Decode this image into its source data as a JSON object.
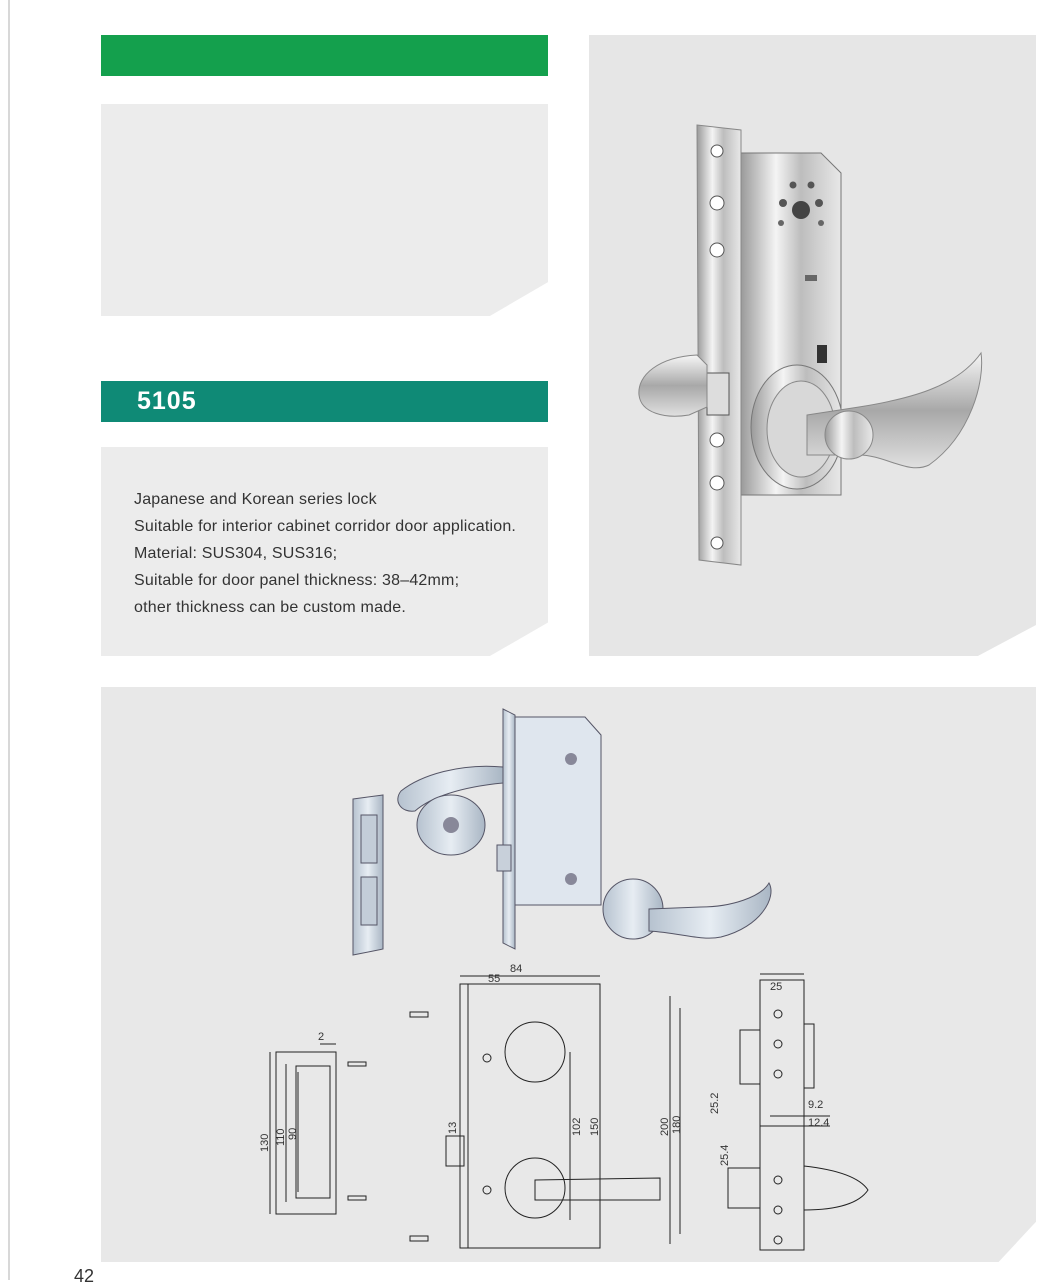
{
  "model": "5105",
  "description": [
    "Japanese and Korean series lock",
    "Suitable for interior cabinet corridor door application.",
    "Material: SUS304, SUS316;",
    "Suitable for door panel thickness: 38–42mm;",
    "other thickness can be custom made."
  ],
  "dimensions": {
    "d84": "84",
    "d55": "55",
    "d2": "2",
    "d130": "130",
    "d110": "110",
    "d90": "90",
    "d13": "13",
    "d102": "102",
    "d150": "150",
    "d200": "200",
    "d180": "180",
    "d25": "25",
    "d25_2": "25.2",
    "d25_4": "25.4",
    "d9_2": "9.2",
    "d12_4": "12.4"
  },
  "page_number": "42",
  "colors": {
    "green_bar": "#14a04d",
    "teal_bar": "#0f8a76",
    "panel": "#ececec"
  }
}
